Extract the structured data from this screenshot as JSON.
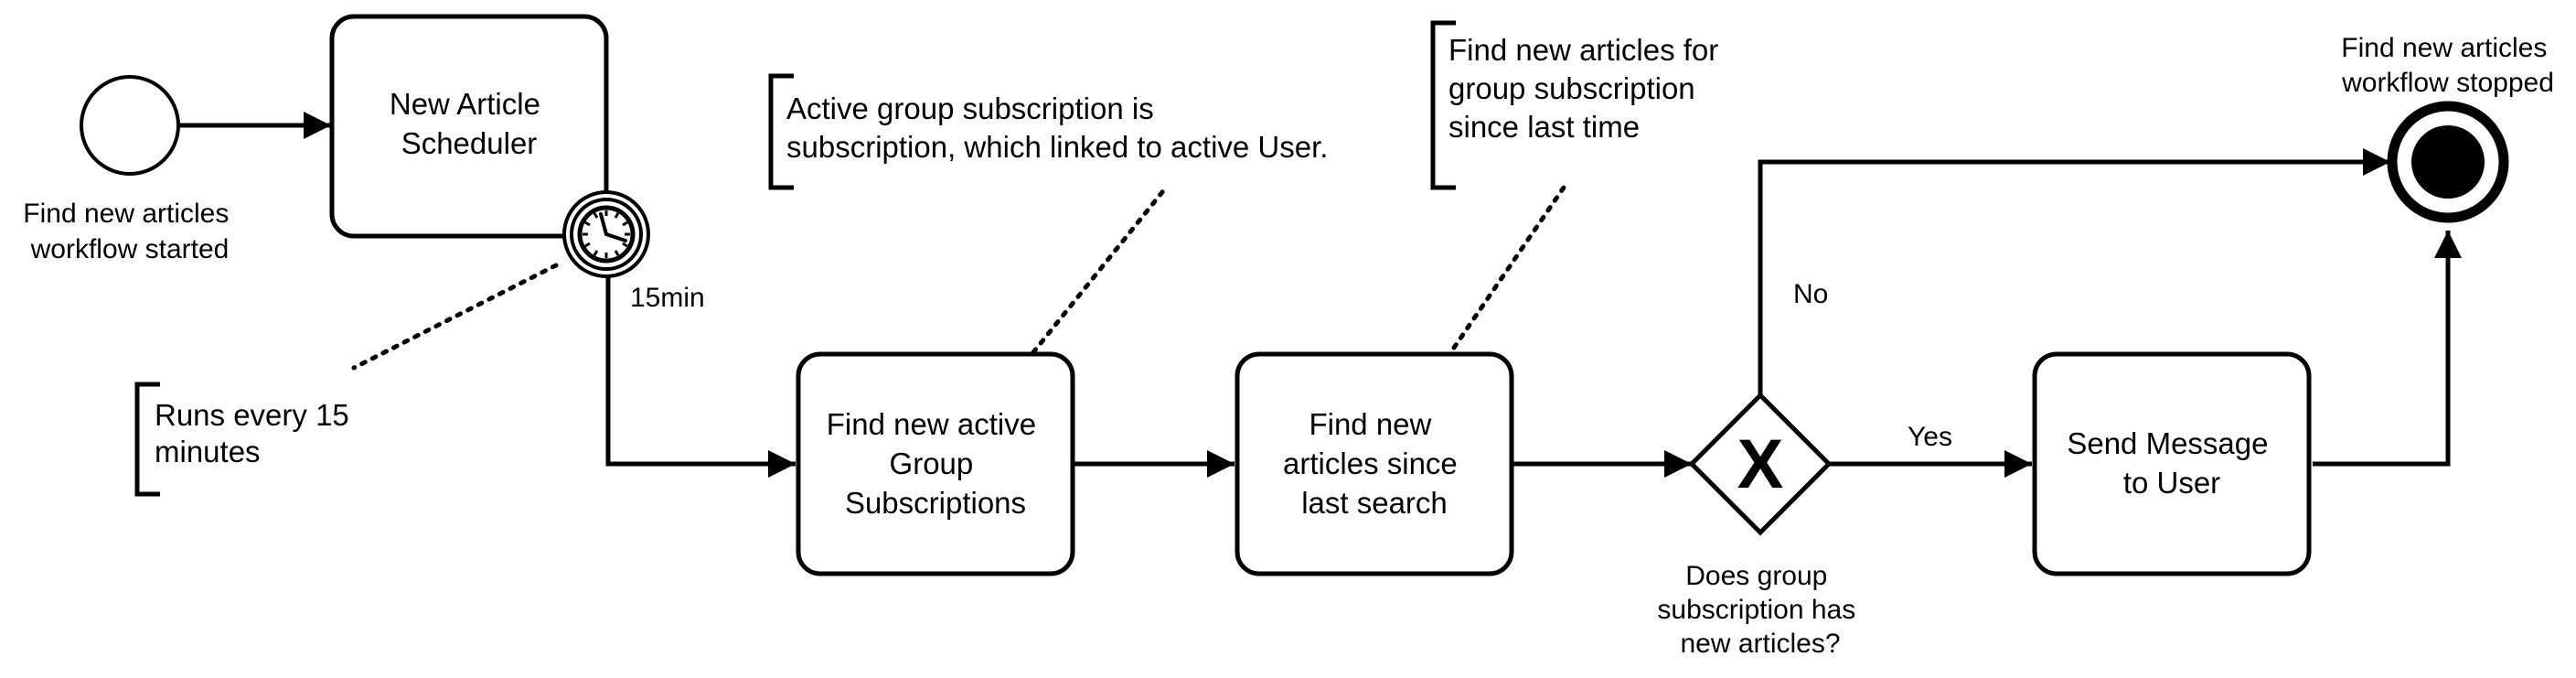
{
  "diagram": {
    "start_event": {
      "label_lines": [
        "Find new articles",
        "workflow started"
      ]
    },
    "end_event": {
      "label_lines": [
        "Find new articles",
        "workflow stopped"
      ]
    },
    "tasks": {
      "scheduler": {
        "lines": [
          "New Article",
          "Scheduler"
        ]
      },
      "find_subscriptions": {
        "lines": [
          "Find new active",
          "Group",
          "Subscriptions"
        ]
      },
      "find_articles": {
        "lines": [
          "Find new",
          "articles since",
          "last search"
        ]
      },
      "send_message": {
        "lines": [
          "Send Message",
          "to User"
        ]
      }
    },
    "timer": {
      "icon": "clock-icon",
      "label": "15min"
    },
    "gateway": {
      "icon": "exclusive-x-icon",
      "marker": "X",
      "label_lines": [
        "Does group",
        "subscription has",
        "new articles?"
      ]
    },
    "flow_labels": {
      "yes": "Yes",
      "no": "No"
    },
    "annotations": {
      "timer_note": {
        "lines": [
          "Runs every 15",
          "minutes"
        ]
      },
      "subscription_note": {
        "lines": [
          "Active group subscription is",
          "subscription, which linked to active User."
        ]
      },
      "articles_note": {
        "lines": [
          "Find new articles for",
          "group subscription",
          "since last time"
        ]
      }
    }
  }
}
